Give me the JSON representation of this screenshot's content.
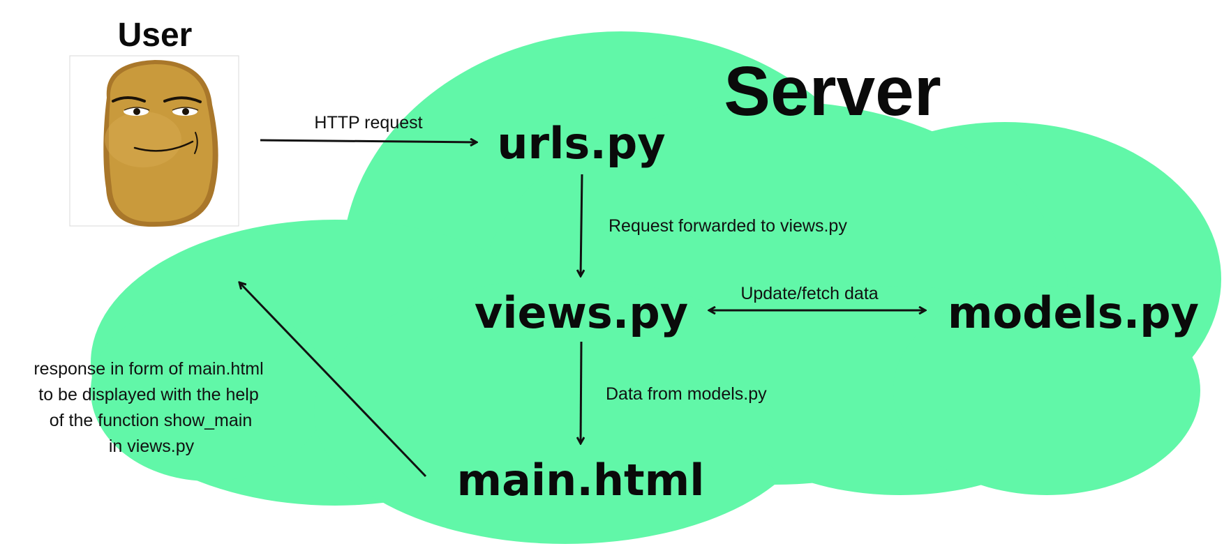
{
  "colors": {
    "cloud": "#61f7a8",
    "ink": "#111111",
    "nugget_body": "#c99a3c",
    "nugget_shadow": "#a9772a"
  },
  "user": {
    "label": "User",
    "image_icon": "chicken-nugget-face-icon"
  },
  "server": {
    "title": "Server"
  },
  "nodes": {
    "urls": "urls.py",
    "views": "views.py",
    "models": "models.py",
    "main": "main.html"
  },
  "edges": {
    "http_request": "HTTP request",
    "forwarded": "Request forwarded to views.py",
    "update_fetch": "Update/fetch data",
    "data_from_models": "Data from models.py",
    "response_lines": [
      "response in form of main.html",
      "to be displayed with the help",
      "of the function show_main",
      "in views.py"
    ]
  }
}
